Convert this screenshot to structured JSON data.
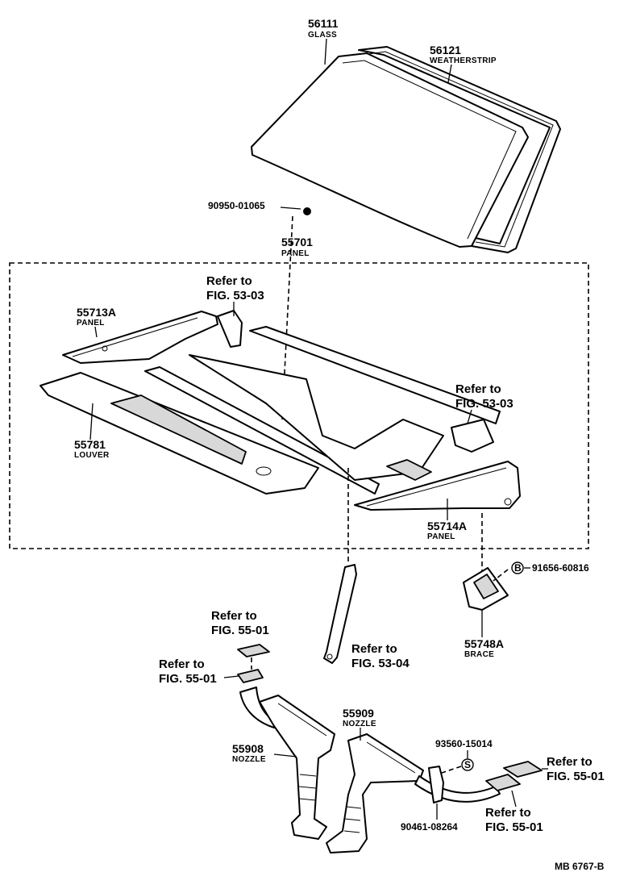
{
  "labels": {
    "glass": {
      "part_no": "56111",
      "name": "GLASS"
    },
    "weatherstrip": {
      "part_no": "56121",
      "name": "WEATHERSTRIP"
    },
    "clip": {
      "part_no": "90950-01065"
    },
    "panel_main": {
      "part_no": "55701",
      "name": "PANEL"
    },
    "panel_left": {
      "part_no": "55713A",
      "name": "PANEL"
    },
    "louver": {
      "part_no": "55781",
      "name": "LOUVER"
    },
    "panel_right": {
      "part_no": "55714A",
      "name": "PANEL"
    },
    "bolt": {
      "marker": "B",
      "part_no": "91656-60816"
    },
    "brace": {
      "part_no": "55748A",
      "name": "BRACE"
    },
    "nozzle_right": {
      "part_no": "55909",
      "name": "NOZZLE"
    },
    "nozzle_left": {
      "part_no": "55908",
      "name": "NOZZLE"
    },
    "screw": {
      "marker": "S",
      "part_no": "93560-15014"
    },
    "clamp": {
      "part_no": "90461-08264"
    }
  },
  "refs": {
    "ref_53_03_a": {
      "line1": "Refer to",
      "line2": "FIG. 53-03"
    },
    "ref_53_03_b": {
      "line1": "Refer to",
      "line2": "FIG. 53-03"
    },
    "ref_53_04": {
      "line1": "Refer to",
      "line2": "FIG. 53-04"
    },
    "ref_55_01_a": {
      "line1": "Refer to",
      "line2": "FIG. 55-01"
    },
    "ref_55_01_b": {
      "line1": "Refer to",
      "line2": "FIG. 55-01"
    },
    "ref_55_01_c": {
      "line1": "Refer to",
      "line2": "FIG. 55-01"
    },
    "ref_55_01_d": {
      "line1": "Refer to",
      "line2": "FIG. 55-01"
    }
  },
  "footer": {
    "code": "MB  6767-B"
  }
}
